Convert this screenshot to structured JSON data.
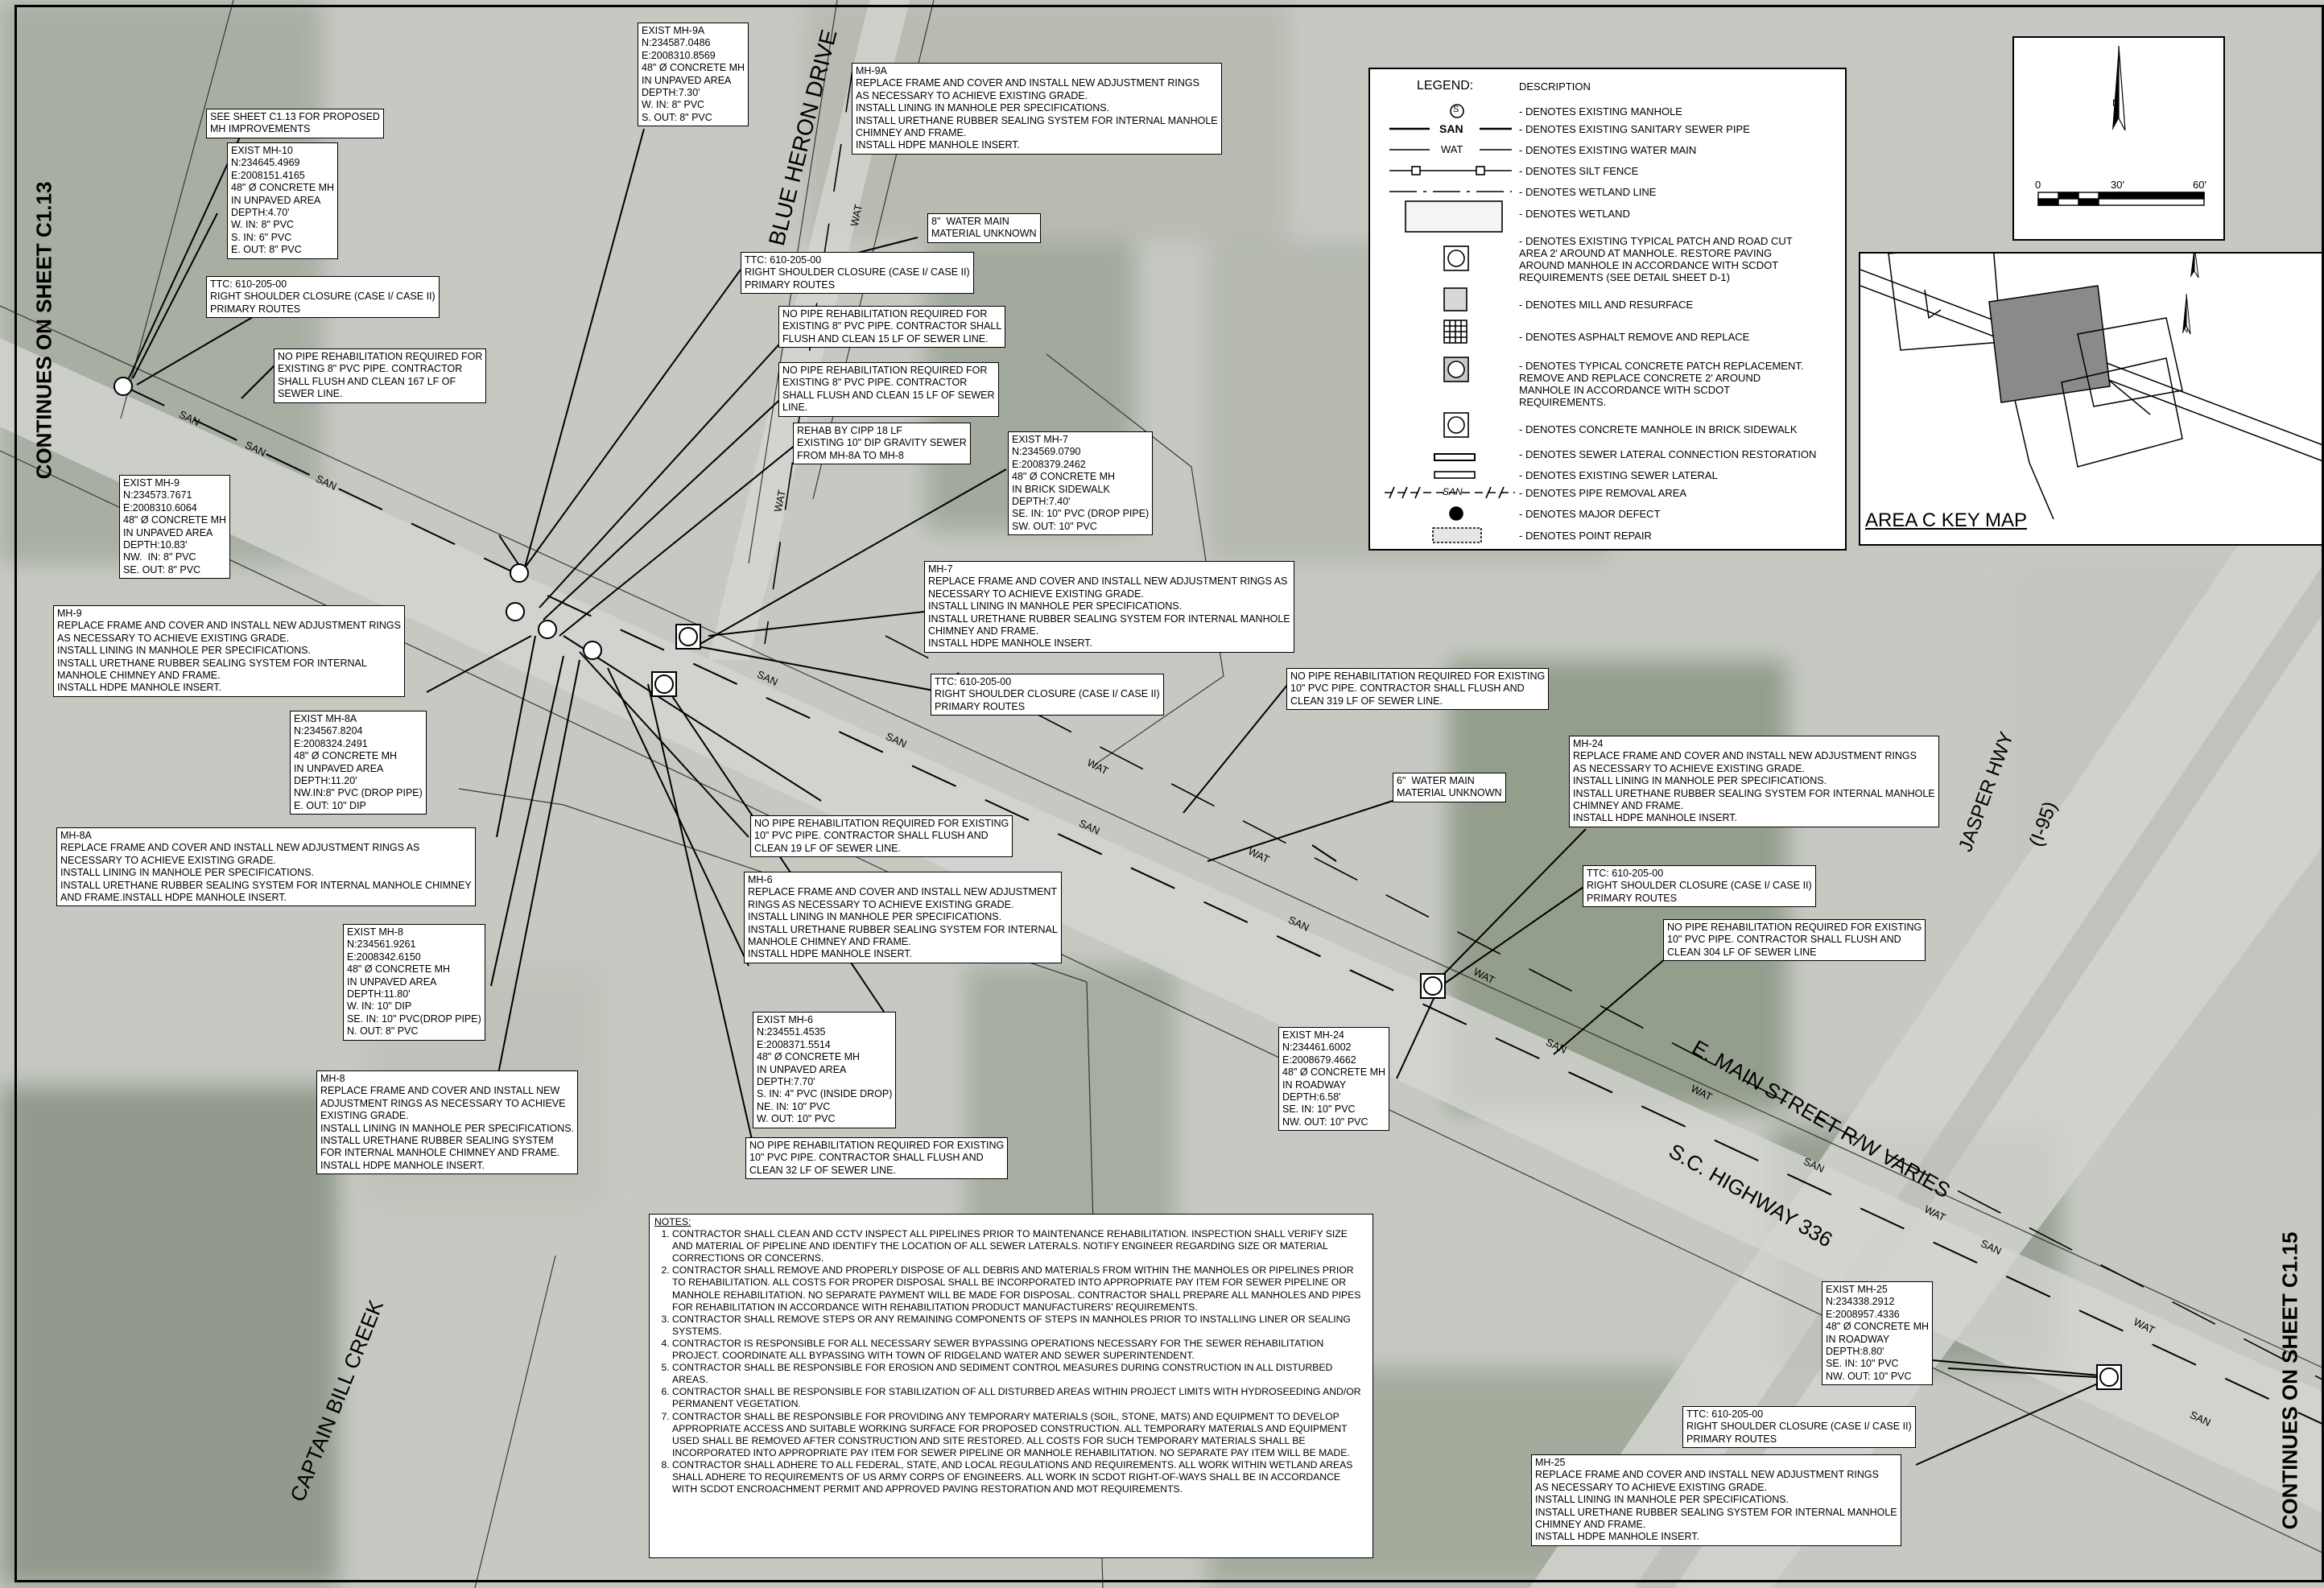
{
  "continues_left": "CONTINUES ON SHEET C1.13",
  "continues_right": "CONTINUES ON SHEET C1.15",
  "streets": {
    "blue_heron": "BLUE HERON DRIVE",
    "jasper": "JASPER HWY",
    "i95": "(I-95)",
    "main": "E. MAIN STREET R/W VARIES",
    "sc336": "S.C. HIGHWAY 336",
    "captain": "CAPTAIN BILL CREEK"
  },
  "pipe_labels": {
    "san": "SAN",
    "wat": "WAT"
  },
  "colors": {
    "aerial_light": "#c9ccc6",
    "aerial_dark": "#8f978c",
    "road": "#d7d8d4"
  },
  "callouts": {
    "see_c113": "SEE SHEET C1.13 FOR PROPOSED\nMH IMPROVEMENTS",
    "exist_mh10": "EXIST MH-10\nN:234645.4969\nE:2008151.4165\n48\" Ø CONCRETE MH\nIN UNPAVED AREA\nDEPTH:4.70'\nW. IN: 8\" PVC\nS. IN: 6\" PVC\nE. OUT: 8\" PVC",
    "ttc_mh10": "TTC: 610-205-00\nRIGHT SHOULDER CLOSURE (CASE I/ CASE II)\nPRIMARY ROUTES",
    "no_pipe_167": "NO PIPE REHABILITATION REQUIRED FOR\nEXISTING 8\" PVC PIPE. CONTRACTOR\nSHALL FLUSH AND CLEAN 167 LF OF\nSEWER LINE.",
    "exist_mh9": "EXIST MH-9\nN:234573.7671\nE:2008310.6064\n48\" Ø CONCRETE MH\nIN UNPAVED AREA\nDEPTH:10.83'\nNW.  IN: 8\" PVC\nSE. OUT: 8\" PVC",
    "mh9": "MH-9\nREPLACE FRAME AND COVER AND INSTALL NEW ADJUSTMENT RINGS\nAS NECESSARY TO ACHIEVE EXISTING GRADE.\nINSTALL LINING IN MANHOLE PER SPECIFICATIONS.\nINSTALL URETHANE RUBBER SEALING SYSTEM FOR INTERNAL\nMANHOLE CHIMNEY AND FRAME.\nINSTALL HDPE MANHOLE INSERT.",
    "exist_mh9a": "EXIST MH-9A\nN:234587.0486\nE:2008310.8569\n48\" Ø CONCRETE MH\nIN UNPAVED AREA\nDEPTH:7.30'\nW. IN: 8\" PVC\nS. OUT: 8\" PVC",
    "mh9a": "MH-9A\nREPLACE FRAME AND COVER AND INSTALL NEW ADJUSTMENT RINGS\nAS NECESSARY TO ACHIEVE EXISTING GRADE.\nINSTALL LINING IN MANHOLE PER SPECIFICATIONS.\nINSTALL URETHANE RUBBER SEALING SYSTEM FOR INTERNAL MANHOLE\nCHIMNEY AND FRAME.\nINSTALL HDPE MANHOLE INSERT.",
    "water_8": "8\"  WATER MAIN\nMATERIAL UNKNOWN",
    "ttc_mh9a": "TTC: 610-205-00\nRIGHT SHOULDER CLOSURE (CASE I/ CASE II)\nPRIMARY ROUTES",
    "no_pipe_15a": "NO PIPE REHABILITATION REQUIRED FOR\nEXISTING 8\" PVC PIPE. CONTRACTOR SHALL\nFLUSH AND CLEAN 15 LF OF SEWER LINE.",
    "no_pipe_15b": "NO PIPE REHABILITATION REQUIRED FOR\nEXISTING 8\" PVC PIPE. CONTRACTOR\nSHALL FLUSH AND CLEAN 15 LF OF SEWER\nLINE.",
    "rehab_cipp": "REHAB BY CIPP 18 LF\nEXISTING 10\" DIP GRAVITY SEWER\nFROM MH-8A TO MH-8",
    "exist_mh7": "EXIST MH-7\nN:234569.0790\nE:2008379.2462\n48\" Ø CONCRETE MH\nIN BRICK SIDEWALK\nDEPTH:7.40'\nSE. IN: 10\" PVC (DROP PIPE)\nSW. OUT: 10\" PVC",
    "mh7": "MH-7\nREPLACE FRAME AND COVER AND INSTALL NEW ADJUSTMENT RINGS AS\nNECESSARY TO ACHIEVE EXISTING GRADE.\nINSTALL LINING IN MANHOLE PER SPECIFICATIONS.\nINSTALL URETHANE RUBBER SEALING SYSTEM FOR INTERNAL MANHOLE\nCHIMNEY AND FRAME.\nINSTALL HDPE MANHOLE INSERT.",
    "ttc_mh7": "TTC: 610-205-00\nRIGHT SHOULDER CLOSURE (CASE I/ CASE II)\nPRIMARY ROUTES",
    "no_pipe_319": "NO PIPE REHABILITATION REQUIRED FOR EXISTING\n10\" PVC PIPE. CONTRACTOR SHALL FLUSH AND\nCLEAN 319 LF OF SEWER LINE.",
    "exist_mh8a": "EXIST MH-8A\nN:234567.8204\nE:2008324.2491\n48\" Ø CONCRETE MH\nIN UNPAVED AREA\nDEPTH:11.20'\nNW.IN:8\" PVC (DROP PIPE)\nE. OUT: 10\" DIP",
    "mh8a": "MH-8A\nREPLACE FRAME AND COVER AND INSTALL NEW ADJUSTMENT RINGS AS\nNECESSARY TO ACHIEVE EXISTING GRADE.\nINSTALL LINING IN MANHOLE PER SPECIFICATIONS.\nINSTALL URETHANE RUBBER SEALING SYSTEM FOR INTERNAL MANHOLE CHIMNEY\nAND FRAME.INSTALL HDPE MANHOLE INSERT.",
    "no_pipe_19": "NO PIPE REHABILITATION REQUIRED FOR EXISTING\n10\" PVC PIPE. CONTRACTOR SHALL FLUSH AND\nCLEAN 19 LF OF SEWER LINE.",
    "water_6": "6\"  WATER MAIN\nMATERIAL UNKNOWN",
    "mh24": "MH-24\nREPLACE FRAME AND COVER AND INSTALL NEW ADJUSTMENT RINGS\nAS NECESSARY TO ACHIEVE EXISTING GRADE.\nINSTALL LINING IN MANHOLE PER SPECIFICATIONS.\nINSTALL URETHANE RUBBER SEALING SYSTEM FOR INTERNAL MANHOLE\nCHIMNEY AND FRAME.\nINSTALL HDPE MANHOLE INSERT.",
    "mh6": "MH-6\nREPLACE FRAME AND COVER AND INSTALL NEW ADJUSTMENT\nRINGS AS NECESSARY TO ACHIEVE EXISTING GRADE.\nINSTALL LINING IN MANHOLE PER SPECIFICATIONS.\nINSTALL URETHANE RUBBER SEALING SYSTEM FOR INTERNAL\nMANHOLE CHIMNEY AND FRAME.\nINSTALL HDPE MANHOLE INSERT.",
    "ttc_mh24": "TTC: 610-205-00\nRIGHT SHOULDER CLOSURE (CASE I/ CASE II)\nPRIMARY ROUTES",
    "no_pipe_304": "NO PIPE REHABILITATION REQUIRED FOR EXISTING\n10\" PVC PIPE. CONTRACTOR SHALL FLUSH AND\nCLEAN 304 LF OF SEWER LINE",
    "exist_mh8": "EXIST MH-8\nN:234561.9261\nE:2008342.6150\n48\" Ø CONCRETE MH\nIN UNPAVED AREA\nDEPTH:11.80'\nW. IN: 10\" DIP\nSE. IN: 10\" PVC(DROP PIPE)\nN. OUT: 8\" PVC",
    "exist_mh6": "EXIST MH-6\nN:234551.4535\nE:2008371.5514\n48\" Ø CONCRETE MH\nIN UNPAVED AREA\nDEPTH:7.70'\nS. IN: 4\" PVC (INSIDE DROP)\nNE. IN: 10\" PVC\nW. OUT: 10\" PVC",
    "exist_mh24": "EXIST MH-24\nN:234461.6002\nE:2008679.4662\n48\" Ø CONCRETE MH\nIN ROADWAY\nDEPTH:6.58'\nSE. IN: 10\" PVC\nNW. OUT: 10\" PVC",
    "mh8": "MH-8\nREPLACE FRAME AND COVER AND INSTALL NEW\nADJUSTMENT RINGS AS NECESSARY TO ACHIEVE\nEXISTING GRADE.\nINSTALL LINING IN MANHOLE PER SPECIFICATIONS.\nINSTALL URETHANE RUBBER SEALING SYSTEM\nFOR INTERNAL MANHOLE CHIMNEY AND FRAME.\nINSTALL HDPE MANHOLE INSERT.",
    "no_pipe_32": "NO PIPE REHABILITATION REQUIRED FOR EXISTING\n10\" PVC PIPE. CONTRACTOR SHALL FLUSH AND\nCLEAN 32 LF OF SEWER LINE.",
    "exist_mh25": "EXIST MH-25\nN:234338.2912\nE:2008957.4336\n48\" Ø CONCRETE MH\nIN ROADWAY\nDEPTH:8.80'\nSE. IN: 10\" PVC\nNW. OUT: 10\" PVC",
    "ttc_mh25": "TTC: 610-205-00\nRIGHT SHOULDER CLOSURE (CASE I/ CASE II)\nPRIMARY ROUTES",
    "mh25": "MH-25\nREPLACE FRAME AND COVER AND INSTALL NEW ADJUSTMENT RINGS\nAS NECESSARY TO ACHIEVE EXISTING GRADE.\nINSTALL LINING IN MANHOLE PER SPECIFICATIONS.\nINSTALL URETHANE RUBBER SEALING SYSTEM FOR INTERNAL MANHOLE\nCHIMNEY AND FRAME.\nINSTALL HDPE MANHOLE INSERT."
  },
  "legend": {
    "title": "LEGEND:",
    "desc_header": "DESCRIPTION",
    "san_sym": "SAN",
    "wat_sym": "WAT",
    "removal_sym": "SAN",
    "items": [
      "- DENOTES EXISTING MANHOLE",
      "- DENOTES EXISTING SANITARY SEWER PIPE",
      "- DENOTES EXISTING WATER MAIN",
      "- DENOTES SILT FENCE",
      "- DENOTES WETLAND LINE",
      "- DENOTES WETLAND",
      "- DENOTES EXISTING TYPICAL PATCH AND ROAD CUT\nAREA 2' AROUND AT MANHOLE. RESTORE PAVING\nAROUND MANHOLE IN ACCORDANCE WITH SCDOT\nREQUIREMENTS (SEE DETAIL SHEET D-1)",
      "- DENOTES MILL AND RESURFACE",
      "- DENOTES ASPHALT REMOVE AND REPLACE",
      "- DENOTES TYPICAL CONCRETE PATCH REPLACEMENT.\nREMOVE AND REPLACE CONCRETE 2' AROUND\nMANHOLE IN ACCORDANCE WITH SCDOT\nREQUIREMENTS.",
      "- DENOTES CONCRETE MANHOLE IN BRICK SIDEWALK",
      "- DENOTES SEWER LATERAL CONNECTION RESTORATION",
      "- DENOTES EXISTING SEWER LATERAL",
      "- DENOTES PIPE REMOVAL AREA",
      "- DENOTES MAJOR DEFECT",
      "- DENOTES POINT REPAIR"
    ]
  },
  "north_arrow": {
    "n": "N",
    "scale": [
      "0",
      "30'",
      "60'"
    ]
  },
  "keymap": {
    "title": "AREA C KEY MAP",
    "n": "N"
  },
  "notes": {
    "title": "NOTES:",
    "items": [
      "CONTRACTOR SHALL CLEAN AND CCTV INSPECT ALL PIPELINES PRIOR TO MAINTENANCE REHABILITATION. INSPECTION SHALL VERIFY SIZE AND MATERIAL OF PIPELINE AND IDENTIFY THE LOCATION OF ALL SEWER LATERALS. NOTIFY ENGINEER REGARDING SIZE OR MATERIAL CORRECTIONS OR CONCERNS.",
      "CONTRACTOR SHALL REMOVE AND PROPERLY DISPOSE OF ALL DEBRIS AND MATERIALS FROM WITHIN THE MANHOLES OR PIPELINES PRIOR TO REHABILITATION.  ALL COSTS FOR PROPER DISPOSAL SHALL BE INCORPORATED INTO APPROPRIATE PAY ITEM FOR SEWER PIPELINE OR MANHOLE REHABILITATION. NO SEPARATE PAYMENT WILL BE MADE FOR DISPOSAL. CONTRACTOR SHALL PREPARE ALL MANHOLES AND PIPES FOR REHABILITATION IN ACCORDANCE WITH REHABILITATION PRODUCT MANUFACTURERS' REQUIREMENTS.",
      "CONTRACTOR SHALL REMOVE STEPS OR ANY REMAINING COMPONENTS OF STEPS IN MANHOLES PRIOR TO INSTALLING LINER OR SEALING SYSTEMS.",
      "CONTRACTOR IS RESPONSIBLE FOR ALL NECESSARY SEWER BYPASSING OPERATIONS NECESSARY FOR THE SEWER REHABILITATION PROJECT.  COORDINATE ALL BYPASSING WITH TOWN OF RIDGELAND WATER AND SEWER SUPERINTENDENT.",
      "CONTRACTOR SHALL BE RESPONSIBLE FOR EROSION AND SEDIMENT CONTROL MEASURES DURING CONSTRUCTION IN ALL DISTURBED AREAS.",
      "CONTRACTOR SHALL BE RESPONSIBLE FOR STABILIZATION OF ALL DISTURBED AREAS WITHIN PROJECT LIMITS WITH HYDROSEEDING AND/OR PERMANENT VEGETATION.",
      "CONTRACTOR SHALL BE RESPONSIBLE FOR PROVIDING ANY TEMPORARY MATERIALS (SOIL, STONE, MATS) AND EQUIPMENT TO DEVELOP APPROPRIATE ACCESS AND SUITABLE WORKING SURFACE FOR PROPOSED CONSTRUCTION. ALL TEMPORARY MATERIALS AND EQUIPMENT USED SHALL BE REMOVED AFTER CONSTRUCTION AND SITE RESTORED.  ALL COSTS FOR SUCH TEMPORARY MATERIALS SHALL BE INCORPORATED INTO APPROPRIATE PAY ITEM FOR SEWER PIPELINE OR MANHOLE REHABILITATION. NO SEPARATE PAY ITEM WILL BE MADE.",
      "CONTRACTOR SHALL ADHERE TO ALL FEDERAL, STATE, AND LOCAL REGULATIONS AND REQUIREMENTS. ALL WORK WITHIN WETLAND AREAS SHALL ADHERE TO REQUIREMENTS OF US ARMY CORPS OF ENGINEERS. ALL WORK IN SCDOT RIGHT-OF-WAYS SHALL BE IN ACCORDANCE WITH SCDOT ENCROACHMENT PERMIT AND APPROVED PAVING RESTORATION AND MOT REQUIREMENTS."
    ]
  }
}
